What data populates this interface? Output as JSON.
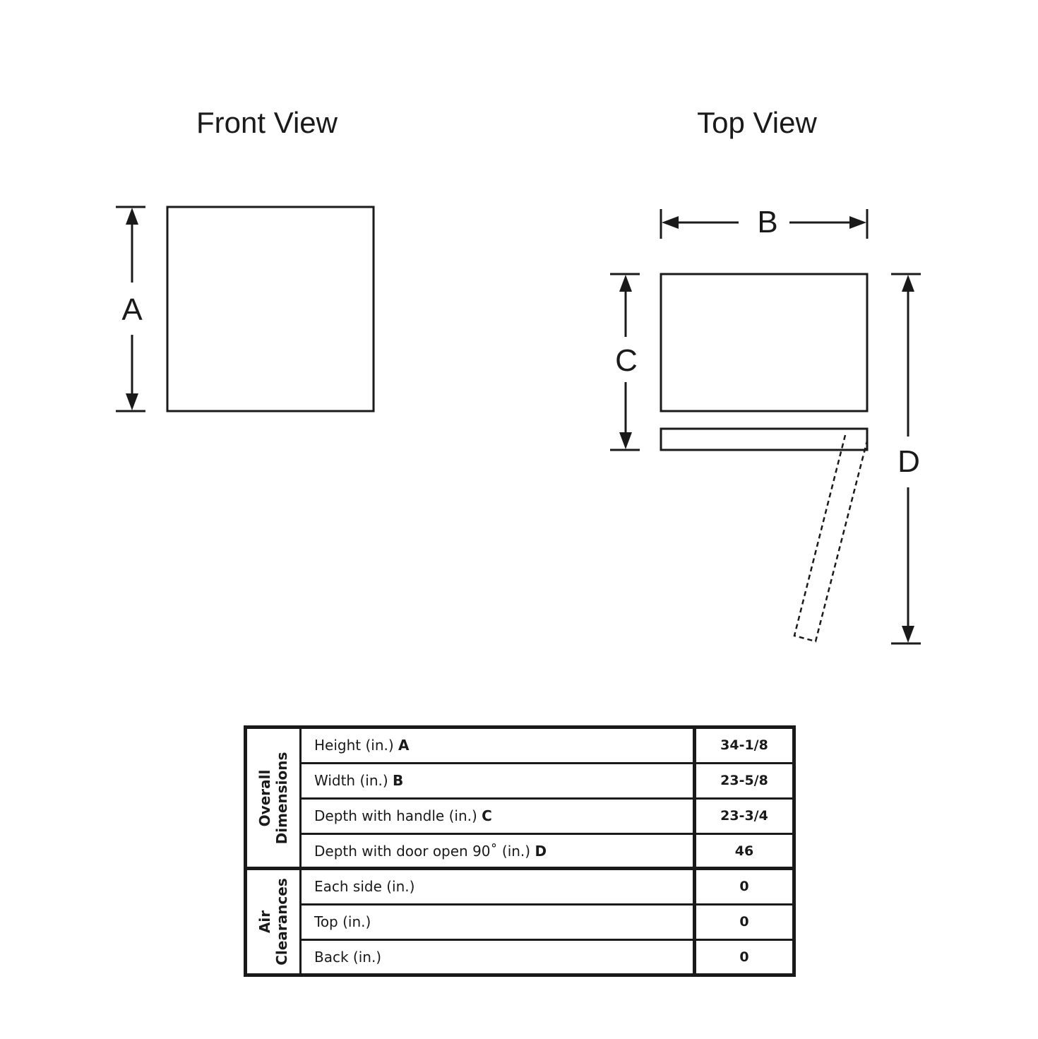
{
  "front_view": {
    "title": "Front View",
    "dimension_letter": "A"
  },
  "top_view": {
    "title": "Top View",
    "dimension_letters": [
      "B",
      "C",
      "D"
    ]
  },
  "table": {
    "groups": [
      {
        "label_lines": [
          "Overall",
          "Dimensions"
        ],
        "rows": [
          {
            "label": "Height (in.) ",
            "letter": "A",
            "value": "34-1/8"
          },
          {
            "label": "Width (in.) ",
            "letter": "B",
            "value": "23-5/8"
          },
          {
            "label": "Depth with handle (in.) ",
            "letter": "C",
            "value": "23-3/4"
          },
          {
            "label": "Depth with door open 90˚ (in.) ",
            "letter": "D",
            "value": "46"
          }
        ]
      },
      {
        "label_lines": [
          "Air",
          "Clearances"
        ],
        "rows": [
          {
            "label": "Each side (in.)",
            "letter": "",
            "value": "0"
          },
          {
            "label": "Top (in.)",
            "letter": "",
            "value": "0"
          },
          {
            "label": "Back (in.)",
            "letter": "",
            "value": "0"
          }
        ]
      }
    ]
  }
}
